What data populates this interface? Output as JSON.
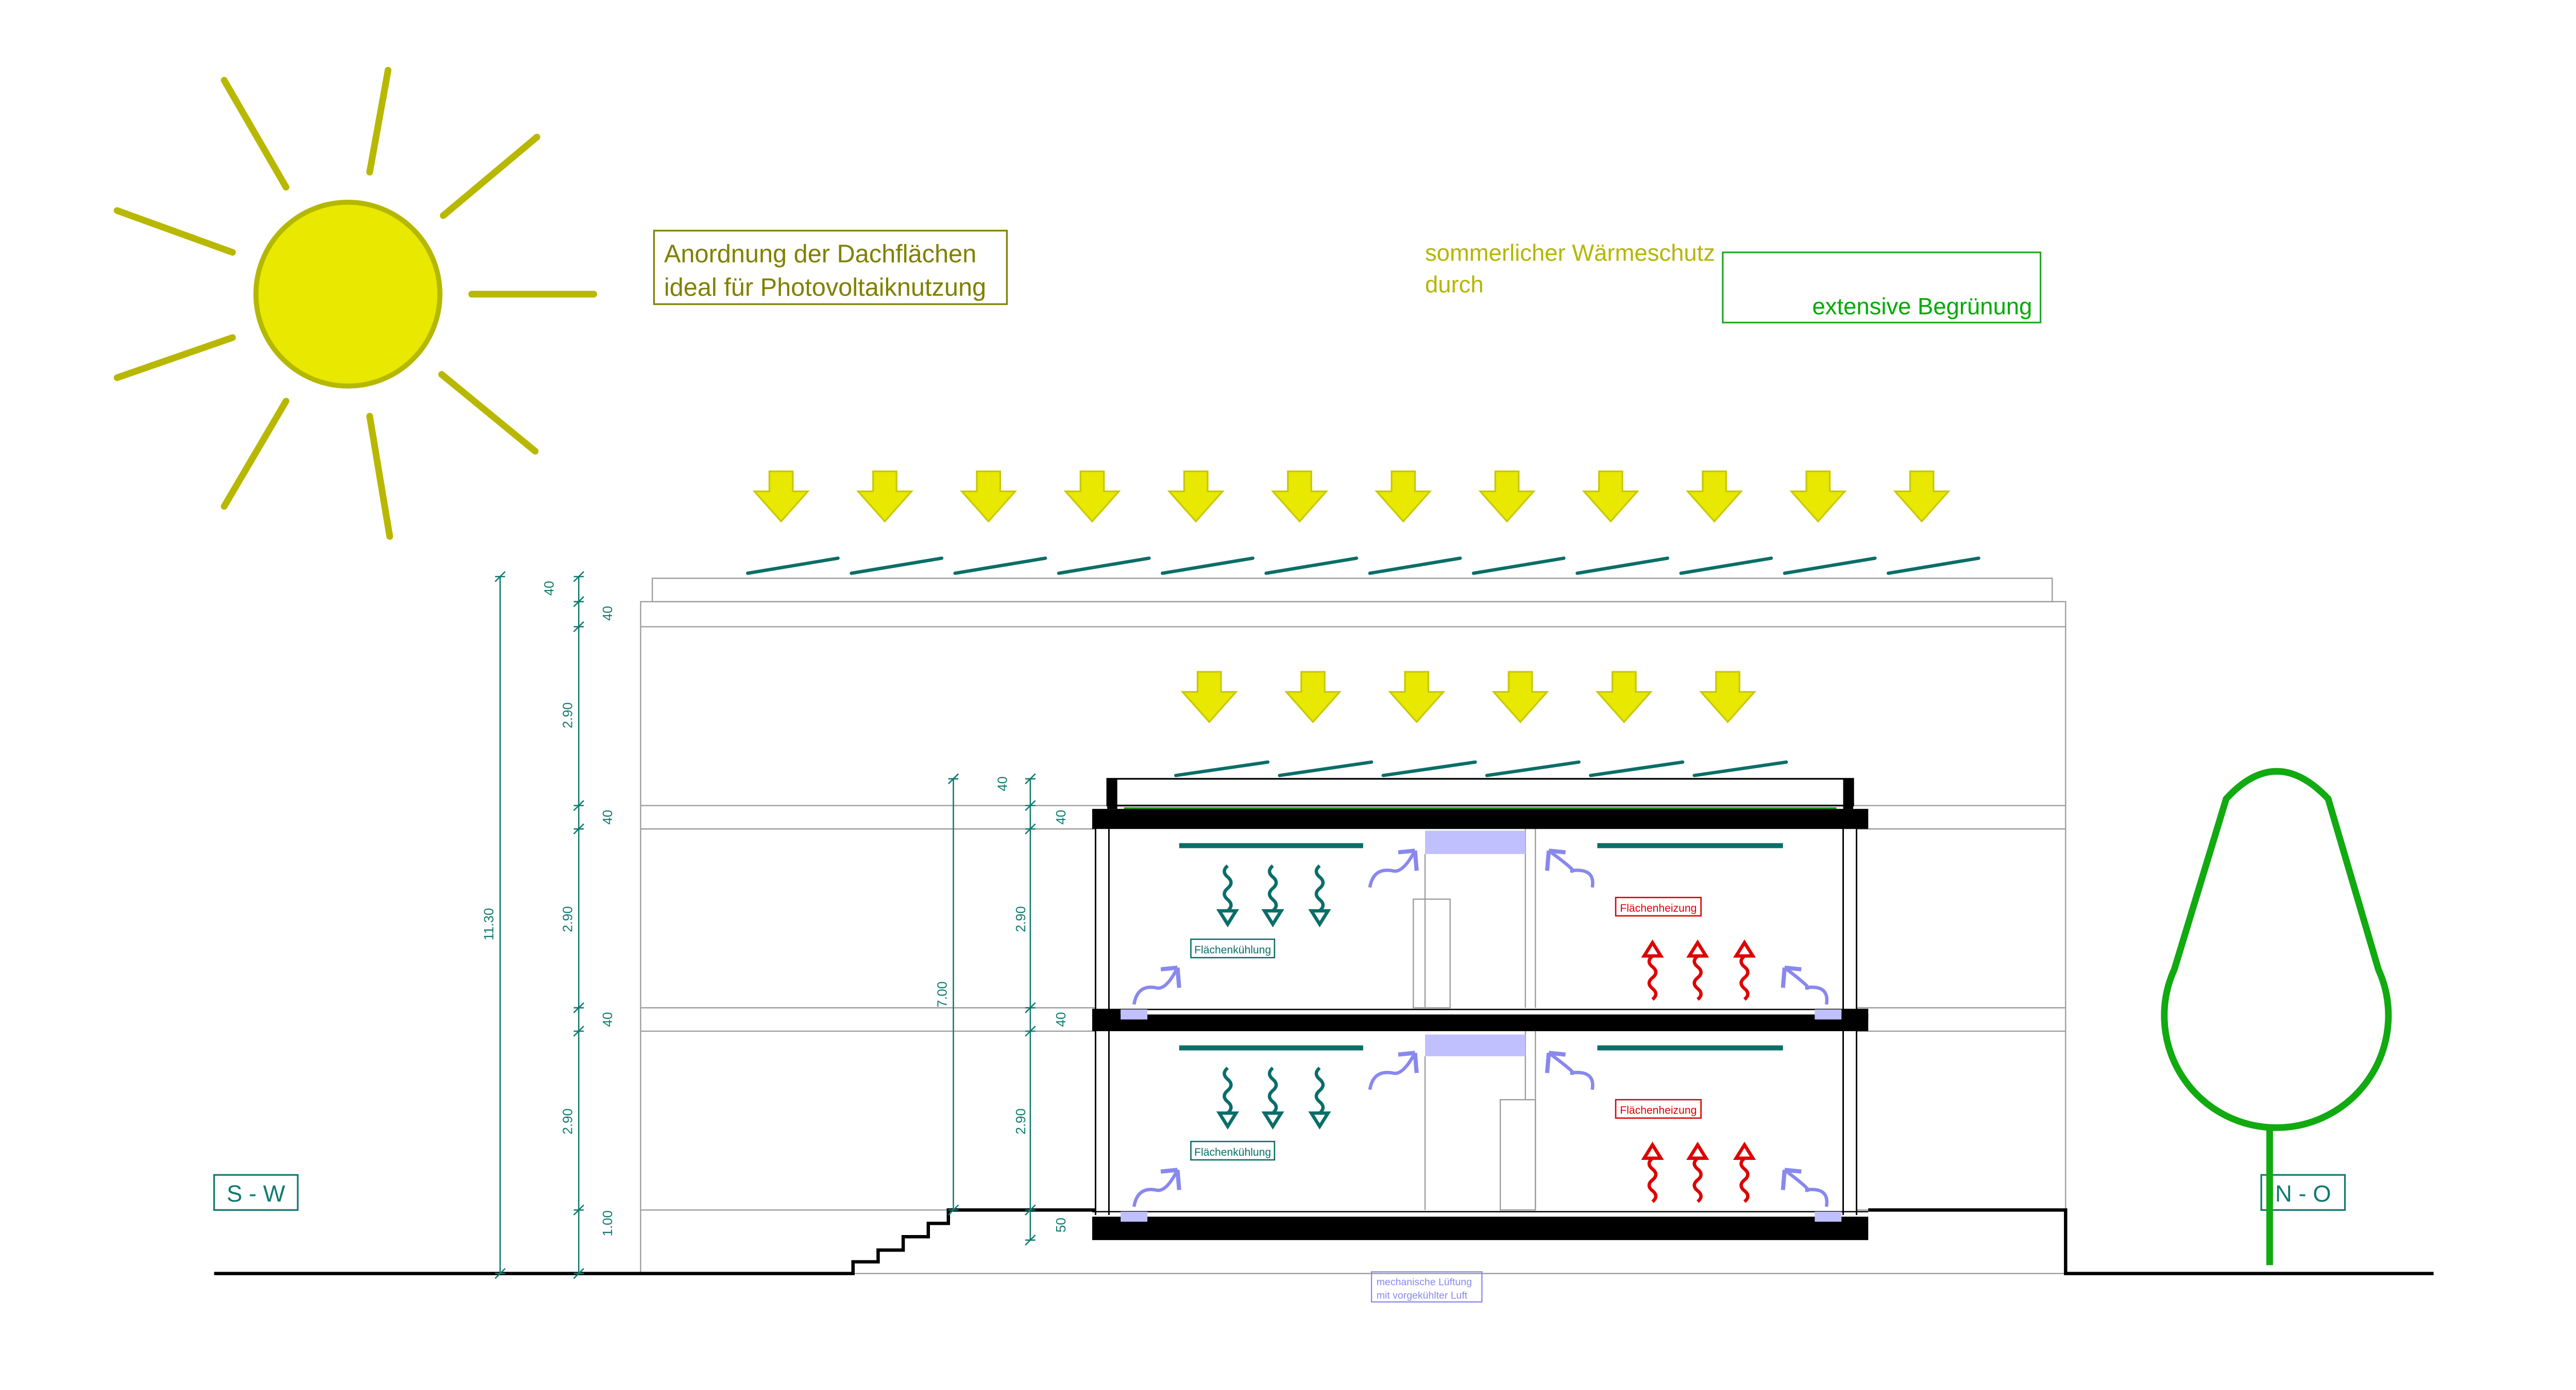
{
  "callouts": {
    "pv": {
      "line1": "Anordnung der Dachflächen",
      "line2": "ideal für Photovoltaiknutzung"
    },
    "summer": {
      "line1": "sommerlicher Wärmeschutz",
      "line2": "durch"
    },
    "green_roof": "extensive Begrünung",
    "ventilation": {
      "line1": "mechanische  Lüftung",
      "line2": "mit vorgekühlter Luft"
    }
  },
  "floors": [
    {
      "cooling_label": "Flächenkühlung",
      "heating_label": "Flächenheizung"
    },
    {
      "cooling_label": "Flächenkühlung",
      "heating_label": "Flächenheizung"
    }
  ],
  "orientation": {
    "left": "S - W",
    "right": "N - O"
  },
  "dimensions": {
    "total": "11.30",
    "outer": [
      "40",
      "40",
      "2.90",
      "40",
      "2.90",
      "40",
      "2.90",
      "1.00"
    ],
    "inner_total": "7.00",
    "inner": [
      "40",
      "40",
      "2.90",
      "40",
      "2.90",
      "50"
    ]
  },
  "colors": {
    "sun": "#e8e800",
    "sun_stroke": "#b5b800",
    "teal": "#0a6e68",
    "heat": "#dd0000",
    "air": "#8888ee",
    "green": "#11aa11",
    "olive": "#808000"
  }
}
